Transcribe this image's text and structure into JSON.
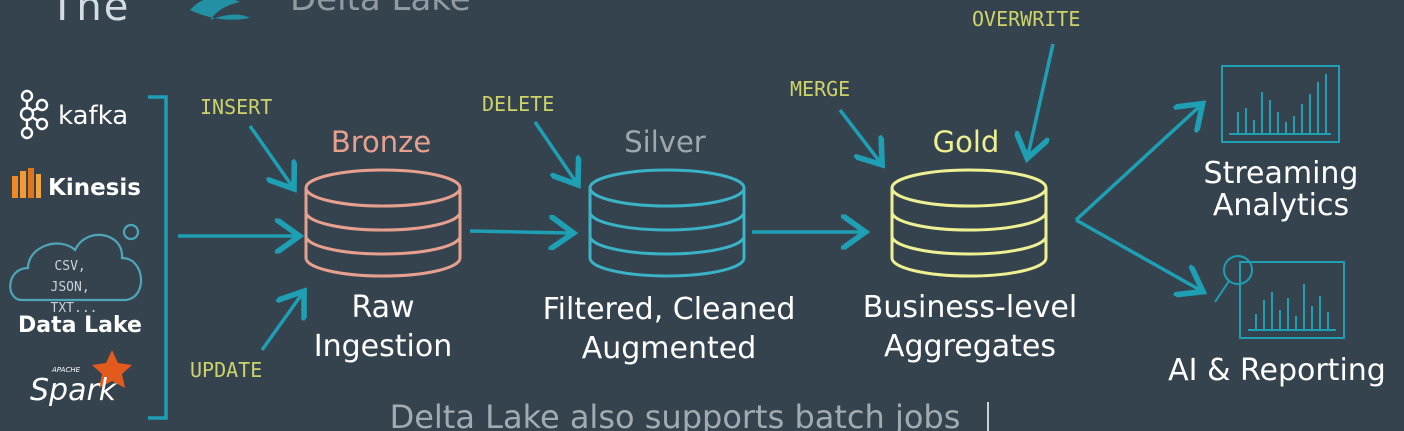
{
  "header": {
    "title_fragment": "The",
    "subtitle_fragment": "Delta Lake"
  },
  "sources": {
    "kafka": "kafka",
    "kinesis": "Kinesis",
    "cloud_files": "CSV,\nJSON,\nTXT...",
    "datalake": "Data Lake",
    "spark_small": "APACHE",
    "spark": "Spark"
  },
  "ops": {
    "insert": "INSERT",
    "update": "UPDATE",
    "delete": "DELETE",
    "merge": "MERGE",
    "overwrite": "OVERWRITE"
  },
  "tiers": {
    "bronze": {
      "name": "Bronze",
      "caption1": "Raw",
      "caption2": "Ingestion"
    },
    "silver": {
      "name": "Silver",
      "caption1": "Filtered, Cleaned",
      "caption2": "Augmented"
    },
    "gold": {
      "name": "Gold",
      "caption1": "Business-level",
      "caption2": "Aggregates"
    }
  },
  "outputs": {
    "streaming1": "Streaming",
    "streaming2": "Analytics",
    "ai": "AI & Reporting"
  },
  "footer": {
    "note": "Delta Lake also supports batch jobs"
  },
  "colors": {
    "background": "#35434f",
    "arrow": "#1e9fb3",
    "bronze": "#e8a08e",
    "silver": "#3ab3c7",
    "gold": "#eef092",
    "ops_text": "#cdd36a",
    "silver_label": "#9ea8ad"
  }
}
